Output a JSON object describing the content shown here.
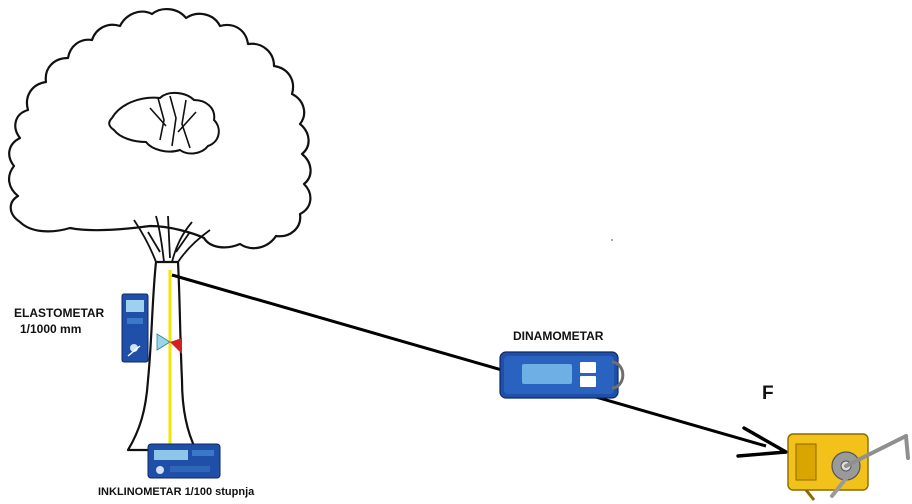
{
  "labels": {
    "elastometer_line1": "ELASTOMETAR",
    "elastometer_line2": "1/1000 mm",
    "dynamometer": "DINAMOMETAR",
    "force": "F",
    "inclinometer": "INKLINOMETAR 1/100 stupnja"
  },
  "colors": {
    "outline": "#111111",
    "cable": "#000000",
    "reference_line": "#f2e600",
    "device_body": "#1f4fa8",
    "device_screen": "#2f7fd0",
    "marker_red": "#d42020",
    "marker_cyan": "#9ad6e6",
    "winch_yellow": "#f2c21a"
  },
  "icons": {
    "tree": "tree-outline-illustration",
    "elastometer": "elastometer-device-icon",
    "inclinometer": "inclinometer-device-icon",
    "dynamometer": "dynamometer-device-icon",
    "winch": "winch-icon"
  }
}
